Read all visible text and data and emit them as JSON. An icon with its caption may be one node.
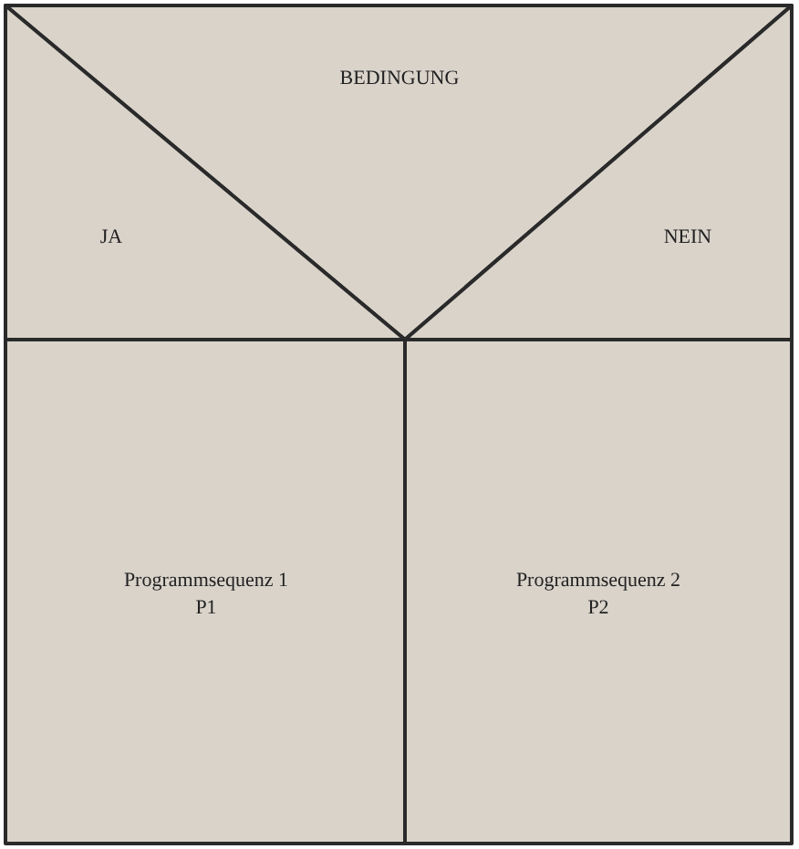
{
  "diagram": {
    "nodes": [
      {
        "text": [
          "BEDINGUNG"
        ]
      },
      {
        "text": [
          "JA"
        ]
      },
      {
        "text": [
          "NEIN"
        ]
      },
      {
        "text": [
          "Programmsequenz 1",
          "P1"
        ]
      },
      {
        "text": [
          "Programmsequenz 2",
          "P2"
        ]
      }
    ]
  }
}
